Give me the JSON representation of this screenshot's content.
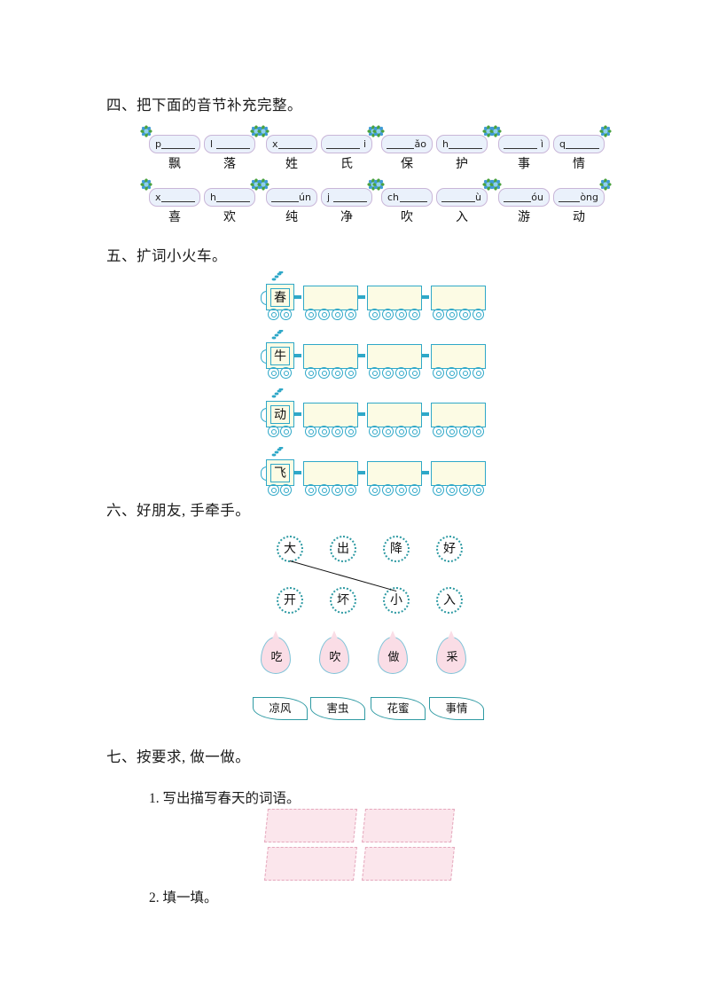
{
  "document": {
    "language": "zh-CN",
    "type": "elementary-chinese-worksheet"
  },
  "sections": {
    "four": {
      "heading": "四、把下面的音节补充完整。",
      "rows": [
        {
          "groups": [
            {
              "cells": [
                {
                  "lead": "p",
                  "trail": "",
                  "hanzi": "飘"
                },
                {
                  "lead": "l",
                  "trail": "",
                  "hanzi": "落"
                }
              ]
            },
            {
              "cells": [
                {
                  "lead": "x",
                  "trail": "",
                  "hanzi": "姓"
                },
                {
                  "lead": "",
                  "trail": "i",
                  "hanzi": "氏"
                }
              ]
            },
            {
              "cells": [
                {
                  "lead": "",
                  "trail": "ǎo",
                  "hanzi": "保"
                },
                {
                  "lead": "h",
                  "trail": "",
                  "hanzi": "护"
                }
              ]
            },
            {
              "cells": [
                {
                  "lead": "",
                  "trail": "ì",
                  "hanzi": "事"
                },
                {
                  "lead": "q",
                  "trail": "",
                  "hanzi": "情"
                }
              ]
            }
          ]
        },
        {
          "groups": [
            {
              "cells": [
                {
                  "lead": "x",
                  "trail": "",
                  "hanzi": "喜"
                },
                {
                  "lead": "h",
                  "trail": "",
                  "hanzi": "欢"
                }
              ]
            },
            {
              "cells": [
                {
                  "lead": "",
                  "trail": "ún",
                  "hanzi": "纯"
                },
                {
                  "lead": "j",
                  "trail": "",
                  "hanzi": "净"
                }
              ]
            },
            {
              "cells": [
                {
                  "lead": "ch",
                  "trail": "",
                  "hanzi": "吹"
                },
                {
                  "lead": "",
                  "trail": "ù",
                  "hanzi": "入"
                }
              ]
            },
            {
              "cells": [
                {
                  "lead": "",
                  "trail": "óu",
                  "hanzi": "游"
                },
                {
                  "lead": "",
                  "trail": "òng",
                  "hanzi": "动"
                }
              ]
            }
          ]
        }
      ]
    },
    "five": {
      "heading": "五、扩词小火车。",
      "trains": [
        {
          "engine": "春",
          "wagons": [
            "",
            "",
            ""
          ]
        },
        {
          "engine": "牛",
          "wagons": [
            "",
            "",
            ""
          ]
        },
        {
          "engine": "动",
          "wagons": [
            "",
            "",
            ""
          ]
        },
        {
          "engine": "飞",
          "wagons": [
            "",
            "",
            ""
          ]
        }
      ]
    },
    "six": {
      "heading": "六、好朋友, 手牵手。",
      "circles_top": [
        "大",
        "出",
        "降",
        "好"
      ],
      "circles_bottom": [
        "开",
        "坏",
        "小",
        "入"
      ],
      "drops": [
        "吃",
        "吹",
        "做",
        "采"
      ],
      "leaves": [
        "凉风",
        "害虫",
        "花蜜",
        "事情"
      ],
      "connection": {
        "from": "大",
        "to": "小"
      }
    },
    "seven": {
      "heading": "七、按要求, 做一做。",
      "items": [
        {
          "number": "1.",
          "text": "1. 写出描写春天的词语。",
          "answer_boxes": [
            "",
            "",
            "",
            ""
          ]
        },
        {
          "number": "2.",
          "text": "2. 填一填。"
        }
      ]
    }
  },
  "colors": {
    "pinyin_box_fill": "#eaf1fb",
    "pinyin_box_border": "#c9b6d8",
    "train_line": "#2fa8c8",
    "train_fill": "#fcfbe4",
    "circle_border": "#2e9aa3",
    "drop_fill": "#fadde6",
    "drop_border": "#7fc3d8",
    "pink_box_fill": "#fbe6ec",
    "pink_box_border": "#e5a8bd"
  }
}
